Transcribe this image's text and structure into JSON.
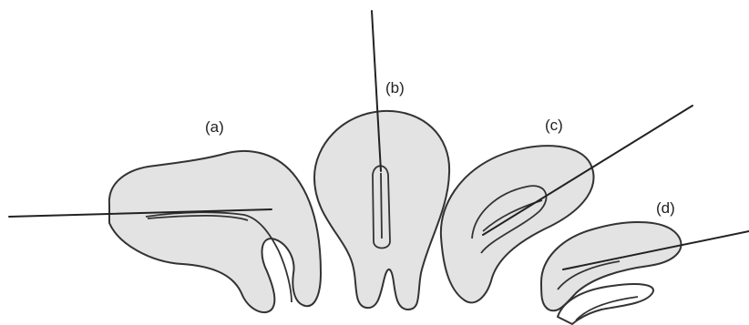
{
  "labels": {
    "a": "(a)",
    "b": "(b)",
    "c": "(c)",
    "d": "(d)"
  },
  "colors": {
    "shape_fill": "#e3e3e3",
    "stroke": "#333333",
    "background": "#ffffff"
  }
}
